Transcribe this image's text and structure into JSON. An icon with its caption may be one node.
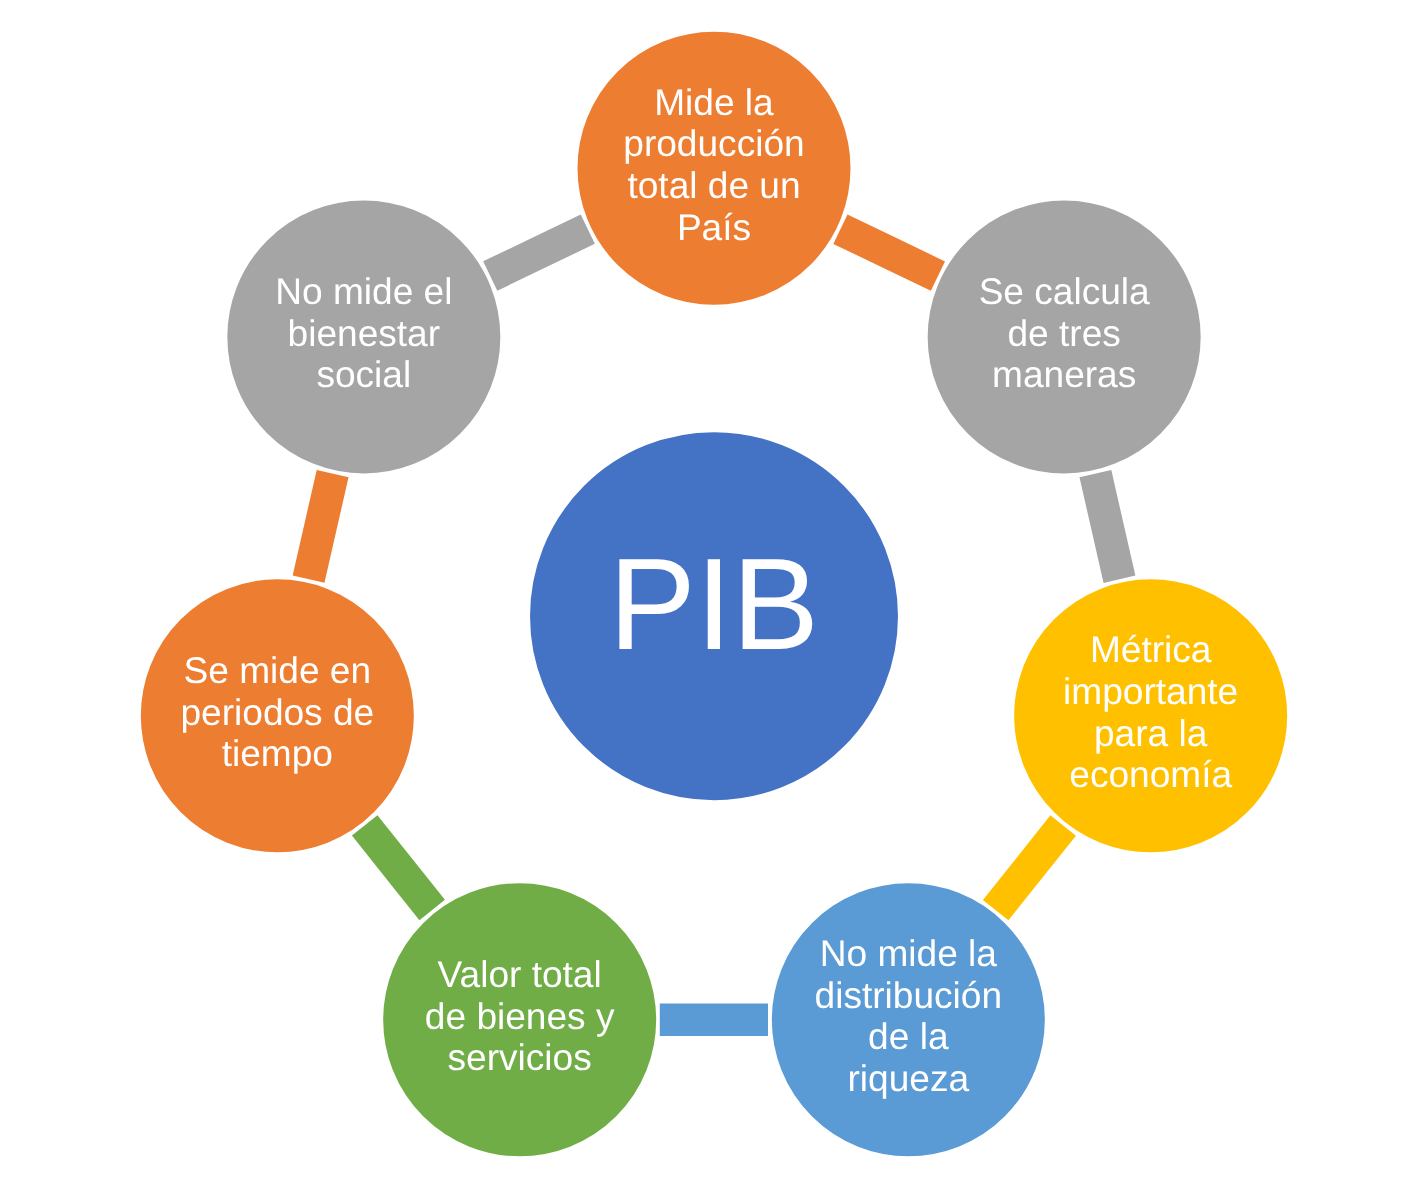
{
  "diagram": {
    "nodes": [
      {
        "text": [
          "PIB"
        ]
      },
      {
        "text": [
          "Mide la producción total de un País"
        ]
      },
      {
        "text": [
          "Se calcula de tres maneras"
        ]
      },
      {
        "text": [
          "Métrica importante para la economía"
        ]
      },
      {
        "text": [
          "No mide la distribución de la riqueza"
        ]
      },
      {
        "text": [
          "Valor total de bienes y servicios"
        ]
      },
      {
        "text": [
          "Se mide en periodos de tiempo"
        ]
      },
      {
        "text": [
          "No mide el bienestar social"
        ]
      }
    ],
    "edges": [
      {
        "from": 1,
        "to": 2,
        "arrow": "none",
        "color": "#ed7d31"
      },
      {
        "from": 2,
        "to": 3,
        "arrow": "none",
        "color": "#a5a5a5"
      },
      {
        "from": 3,
        "to": 4,
        "arrow": "none",
        "color": "#ffc000"
      },
      {
        "from": 4,
        "to": 5,
        "arrow": "none",
        "color": "#5b9bd5"
      },
      {
        "from": 5,
        "to": 6,
        "arrow": "none",
        "color": "#70ad47"
      },
      {
        "from": 6,
        "to": 7,
        "arrow": "none",
        "color": "#ed7d31"
      },
      {
        "from": 7,
        "to": 1,
        "arrow": "none",
        "color": "#a5a5a5"
      }
    ]
  }
}
